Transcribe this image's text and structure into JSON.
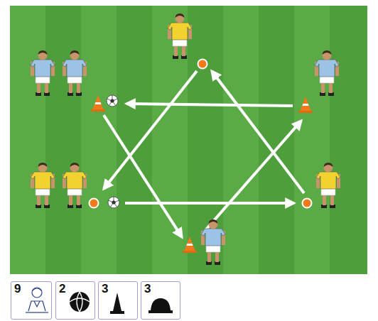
{
  "diagram": {
    "nodes": [
      {
        "text": [
          "9"
        ]
      },
      {
        "text": [
          "2"
        ]
      },
      {
        "text": [
          "3"
        ]
      },
      {
        "text": [
          "3"
        ]
      }
    ]
  }
}
